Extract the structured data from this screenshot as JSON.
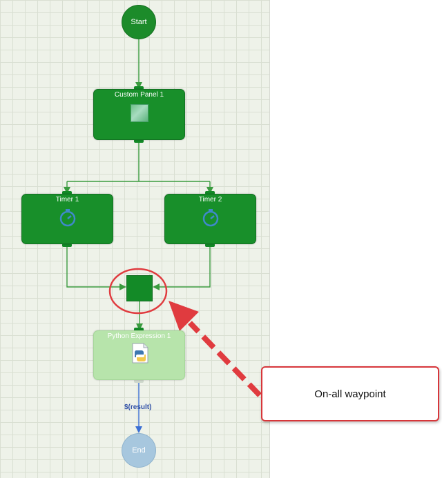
{
  "diagram": {
    "nodes": {
      "start": "Start",
      "custom_panel": "Custom Panel 1",
      "timer1": "Timer 1",
      "timer2": "Timer 2",
      "python": "Python Expression 1",
      "end": "End"
    },
    "edge_label": "$(result)",
    "callout": "On-all waypoint"
  },
  "colors": {
    "node_green": "#188f2a",
    "node_light_green": "#b7e4ab",
    "end_blue": "#a7c7de",
    "wire_green": "#3a9b3f",
    "wire_blue": "#3b6fd4",
    "highlight_red": "#e03b3f"
  }
}
